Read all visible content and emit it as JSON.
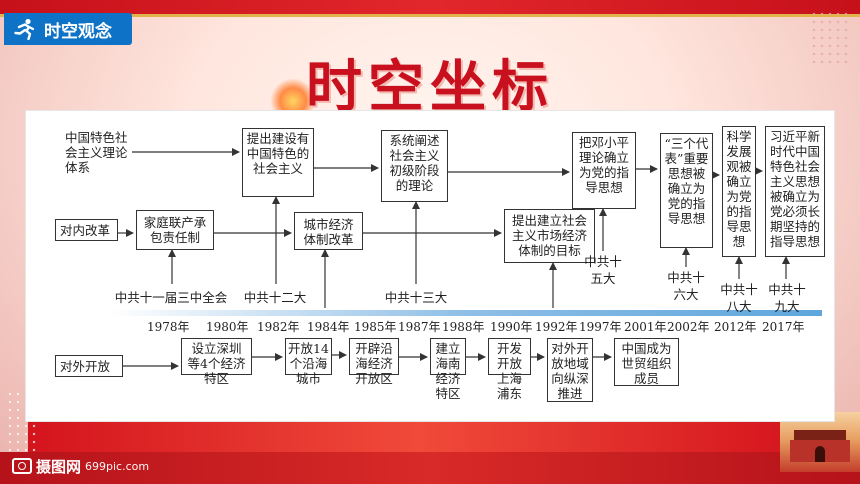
{
  "header": {
    "badge_label": "时空观念",
    "slide_title": "时空坐标"
  },
  "watermark": {
    "brand": "摄图网",
    "site": "699pic.com"
  },
  "diagram": {
    "categories": {
      "theory": "中国特色社会主义理论体系",
      "domestic": "对内改革",
      "foreign": "对外开放"
    },
    "theory_nodes": [
      "提出建设有中国特色的社会主义",
      "系统阐述社会主义初级阶段的理论",
      "把邓小平理论确立为党的指导思想",
      "“三个代表”重要思想被确立为党的指导思想",
      "科学发展观被确立为党的指导思想",
      "习近平新时代中国特色社会主义思想被确立为党必须长期坚持的指导思想"
    ],
    "reform_nodes": [
      "家庭联产承包责任制",
      "城市经济体制改革",
      "提出建立社会主义市场经济体制的目标"
    ],
    "meetings": [
      "中共十一届三中全会",
      "中共十二大",
      "中共十三大",
      "中共十五大",
      "中共十六大",
      "中共十八大",
      "中共十九大"
    ],
    "years": [
      "1978年",
      "1980年",
      "1982年",
      "1984年",
      "1985年",
      "1987年",
      "1988年",
      "1990年",
      "1992年",
      "1997年",
      "2001年",
      "2002年",
      "2012年",
      "2017年"
    ],
    "opening_nodes": [
      "设立深圳等4个经济特区",
      "开放14个沿海城市",
      "开辟沿海经济开放区",
      "建立海南经济特区",
      "开发开放上海浦东",
      "对外开放地域向纵深推进",
      "中国成为世贸组织成员"
    ]
  }
}
